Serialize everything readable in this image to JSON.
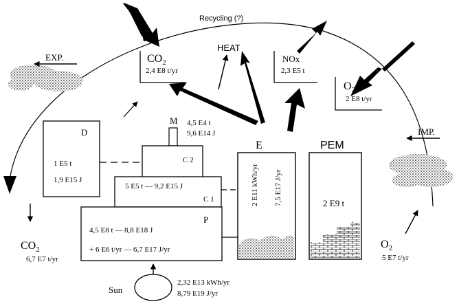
{
  "recycling": "Recycling (?)",
  "exp": "EXP.",
  "imp": "IMP.",
  "heat": "HEAT",
  "co2_top": {
    "formula": "CO",
    "sub": "2",
    "value": "2,4 E8 t/yr"
  },
  "nox_top": {
    "formula": "NOx",
    "value": "2,3 E5 t"
  },
  "o2_top": {
    "formula": "O",
    "sub": "2",
    "value": "2 E8 t/yr"
  },
  "co2_bottom": {
    "formula": "CO",
    "sub": "2",
    "value": "6,7 E7 t/yr"
  },
  "o2_bottom": {
    "formula": "O",
    "sub": "2",
    "value": "5 E7 t/yr"
  },
  "d_box": {
    "label": "D",
    "line1": "1 E5 t",
    "line2": "1,9 E15 J"
  },
  "m_box": {
    "label": "M",
    "line1": "4,5 E4 t",
    "line2": "9,6 E14 J"
  },
  "c2_box": {
    "label": "C 2"
  },
  "c1_box": {
    "label": "C 1",
    "line1": "5 E5 t — 9,2 E15 J"
  },
  "p_box": {
    "label": "P",
    "line1": "4,5 E8 t — 8,8 E18 J",
    "line2": "+ 6 E6 t/yr — 6,7 E17 J/yr"
  },
  "e_box": {
    "label": "E",
    "line1": "2 E11 kWh/yr",
    "line2": "7,5 E17 J/yr"
  },
  "pem_box": {
    "label": "PEM",
    "line1": "2 E9 t"
  },
  "sun": {
    "label": "Sun",
    "line1": "2,32 E13 kWh/yr",
    "line2": "8,79 E19 J/yr"
  }
}
